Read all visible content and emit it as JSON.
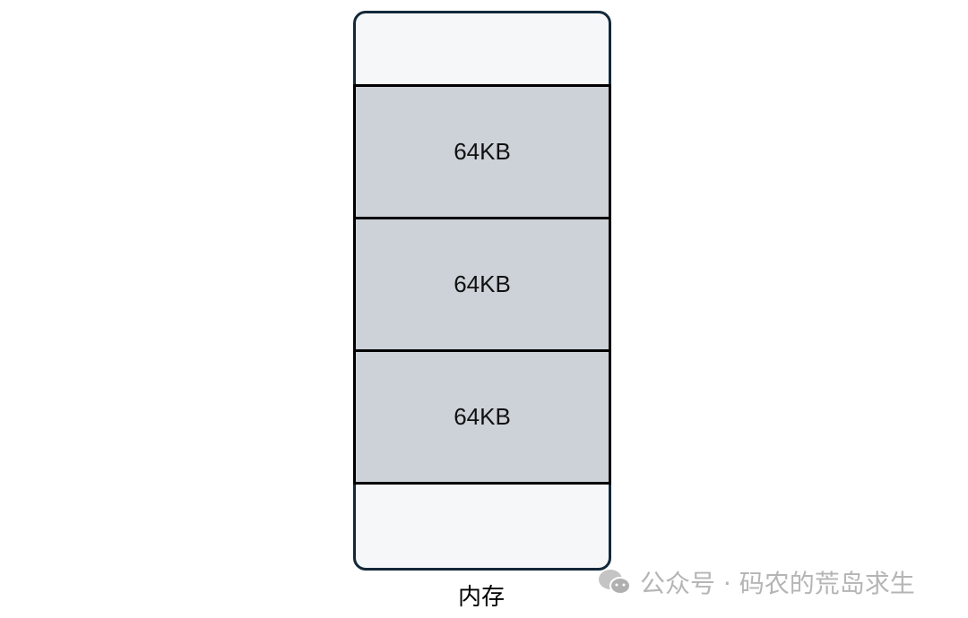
{
  "blocks": [
    {
      "label": "64KB"
    },
    {
      "label": "64KB"
    },
    {
      "label": "64KB"
    }
  ],
  "memory_label": "内存",
  "watermark": "公众号 · 码农的荒岛求生",
  "colors": {
    "block_fill": "#cdd2d9",
    "memory_fill": "#f5f7f9",
    "memory_border": "#13293a"
  }
}
